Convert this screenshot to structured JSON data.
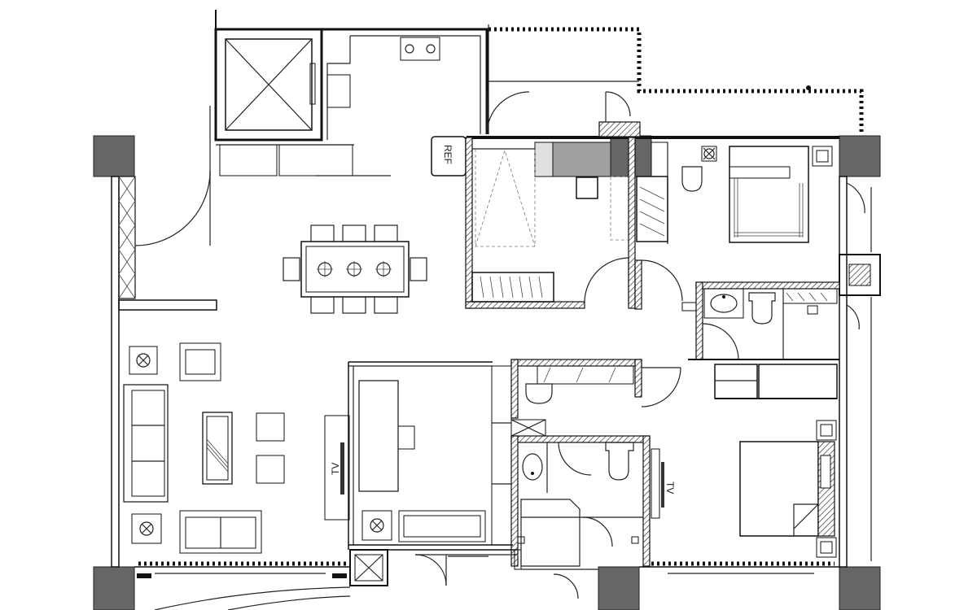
{
  "labels": {
    "refrigerator": "REF",
    "tv_living": "TV",
    "tv_bedroom": "TV"
  },
  "colors": {
    "line": "#111111",
    "column": "#666666",
    "counter": "#a0a0a0",
    "background": "#ffffff"
  }
}
